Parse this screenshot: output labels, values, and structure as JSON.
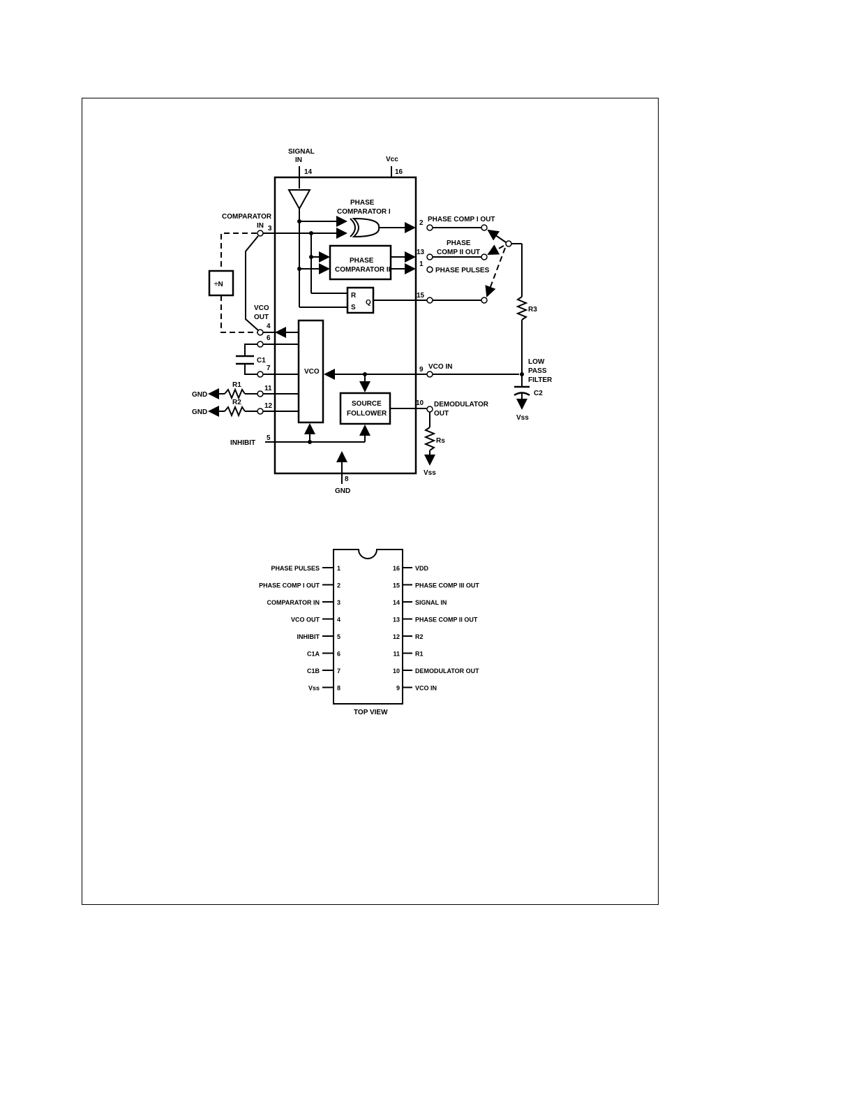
{
  "block_diagram": {
    "signal_in_label_1": "SIGNAL",
    "signal_in_label_2": "IN",
    "vcc_label": "Vcc",
    "comparator_in_label_1": "COMPARATOR",
    "comparator_in_label_2": "IN",
    "phase_comp_1_label_1": "PHASE",
    "phase_comp_1_label_2": "COMPARATOR I",
    "phase_comp_2_label_1": "PHASE",
    "phase_comp_2_label_2": "COMPARATOR II",
    "divider_label": "÷N",
    "vco_out_label_1": "VCO",
    "vco_out_label_2": "OUT",
    "ff_r": "R",
    "ff_s": "S",
    "ff_q": "Q",
    "c1_label": "C1",
    "vco_label": "VCO",
    "r1_label": "R1",
    "r2_label": "R2",
    "gnd_1": "GND",
    "gnd_2": "GND",
    "inhibit_label": "INHIBIT",
    "source_follower_1": "SOURCE",
    "source_follower_2": "FOLLOWER",
    "phase_comp_1_out": "PHASE COMP I OUT",
    "phase_comp_2_out_1": "PHASE",
    "phase_comp_2_out_2": "COMP II OUT",
    "phase_pulses": "PHASE PULSES",
    "vco_in": "VCO IN",
    "demod_out_1": "DEMODULATOR",
    "demod_out_2": "OUT",
    "rs_label": "Rs",
    "vss_1": "Vss",
    "vss_2": "Vss",
    "r3_label": "R3",
    "lpf_1": "LOW",
    "lpf_2": "PASS",
    "lpf_3": "FILTER",
    "c2_label": "C2",
    "gnd_bottom": "GND",
    "pins": {
      "p14": "14",
      "p16": "16",
      "p3": "3",
      "p2": "2",
      "p13": "13",
      "p1": "1",
      "p15": "15",
      "p4": "4",
      "p6": "6",
      "p7": "7",
      "p11": "11",
      "p12": "12",
      "p9": "9",
      "p10": "10",
      "p5": "5",
      "p8": "8"
    }
  },
  "pinout": {
    "left": [
      {
        "num": "1",
        "name": "PHASE PULSES"
      },
      {
        "num": "2",
        "name": "PHASE COMP I OUT"
      },
      {
        "num": "3",
        "name": "COMPARATOR IN"
      },
      {
        "num": "4",
        "name": "VCO OUT"
      },
      {
        "num": "5",
        "name": "INHIBIT"
      },
      {
        "num": "6",
        "name": "C1A"
      },
      {
        "num": "7",
        "name": "C1B"
      },
      {
        "num": "8",
        "name": "Vss"
      }
    ],
    "right": [
      {
        "num": "16",
        "name": "VDD"
      },
      {
        "num": "15",
        "name": "PHASE COMP III OUT"
      },
      {
        "num": "14",
        "name": "SIGNAL IN"
      },
      {
        "num": "13",
        "name": "PHASE COMP II OUT"
      },
      {
        "num": "12",
        "name": "R2"
      },
      {
        "num": "11",
        "name": "R1"
      },
      {
        "num": "10",
        "name": "DEMODULATOR OUT"
      },
      {
        "num": "9",
        "name": "VCO IN"
      }
    ],
    "caption": "TOP VIEW"
  }
}
